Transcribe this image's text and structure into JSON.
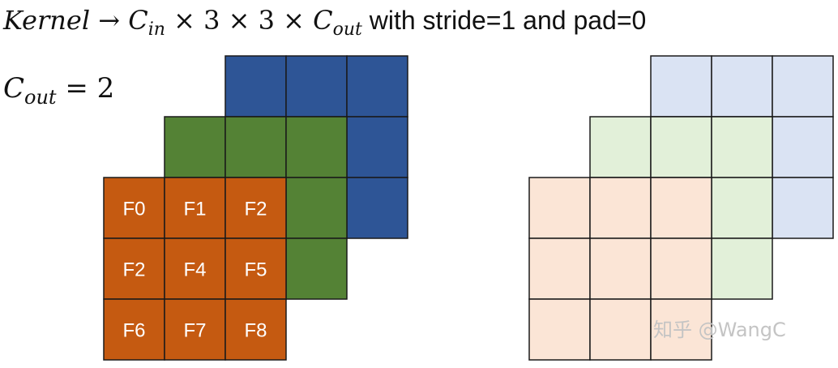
{
  "formula": {
    "kernel": "Kernel",
    "arrow": "→",
    "c": "C",
    "in_sub": "in",
    "times": "×",
    "three": "3",
    "out_sub": "out",
    "tail": " with stride=1 and pad=0"
  },
  "cout_label": {
    "c": "C",
    "sub": "out",
    "equals": " = 2"
  },
  "colors": {
    "blue": "#2e5596",
    "green": "#548235",
    "orange": "#c55a11",
    "light_blue": "#dae3f3",
    "light_green": "#e2f0d9",
    "light_orange": "#fbe5d6",
    "stroke": "#1a1a1a"
  },
  "filter_labels": [
    "F0",
    "F1",
    "F2",
    "F2",
    "F4",
    "F5",
    "F6",
    "F7",
    "F8"
  ],
  "watermark": "知乎 @WangC"
}
